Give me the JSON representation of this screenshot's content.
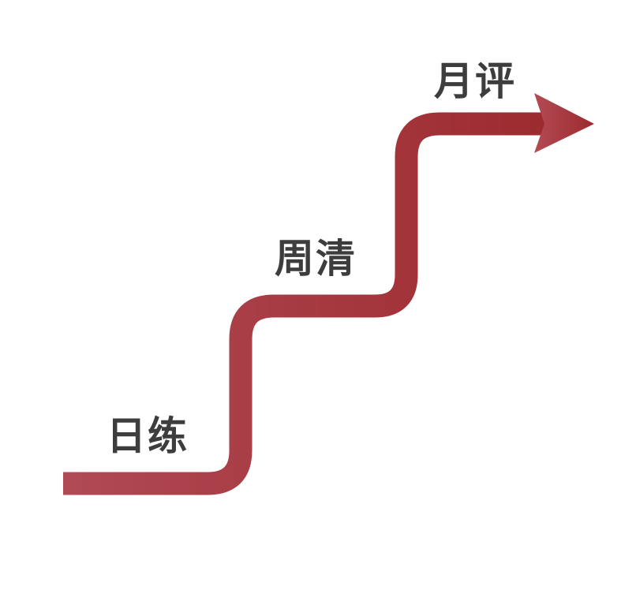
{
  "steps": [
    {
      "label": "日练"
    },
    {
      "label": "周清"
    },
    {
      "label": "月评"
    }
  ],
  "colors": {
    "arrow_start": "#b04a55",
    "arrow_end": "#9c2a2e",
    "head_light": "#b34a55",
    "head_dark": "#9c2a2e",
    "text": "#3d3d3d"
  }
}
